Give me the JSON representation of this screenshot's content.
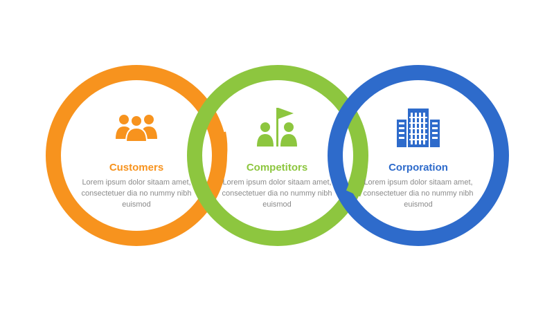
{
  "colors": {
    "orange": "#F7931E",
    "green": "#8DC63F",
    "blue": "#2E6BCB",
    "text_gray": "#8A8A8A"
  },
  "items": [
    {
      "title": "Customers",
      "description": "Lorem ipsum dolor sitaam amet, consectetuer dia no nummy nibh euismod",
      "icon": "people-group-icon",
      "color": "#F7931E"
    },
    {
      "title": "Competitors",
      "description": "Lorem ipsum dolor sitaam amet, consectetuer dia no nummy nibh euismod",
      "icon": "competitors-flag-icon",
      "color": "#8DC63F"
    },
    {
      "title": "Corporation",
      "description": "Lorem ipsum dolor sitaam amet, consectetuer dia no nummy nibh euismod",
      "icon": "office-building-icon",
      "color": "#2E6BCB"
    }
  ]
}
